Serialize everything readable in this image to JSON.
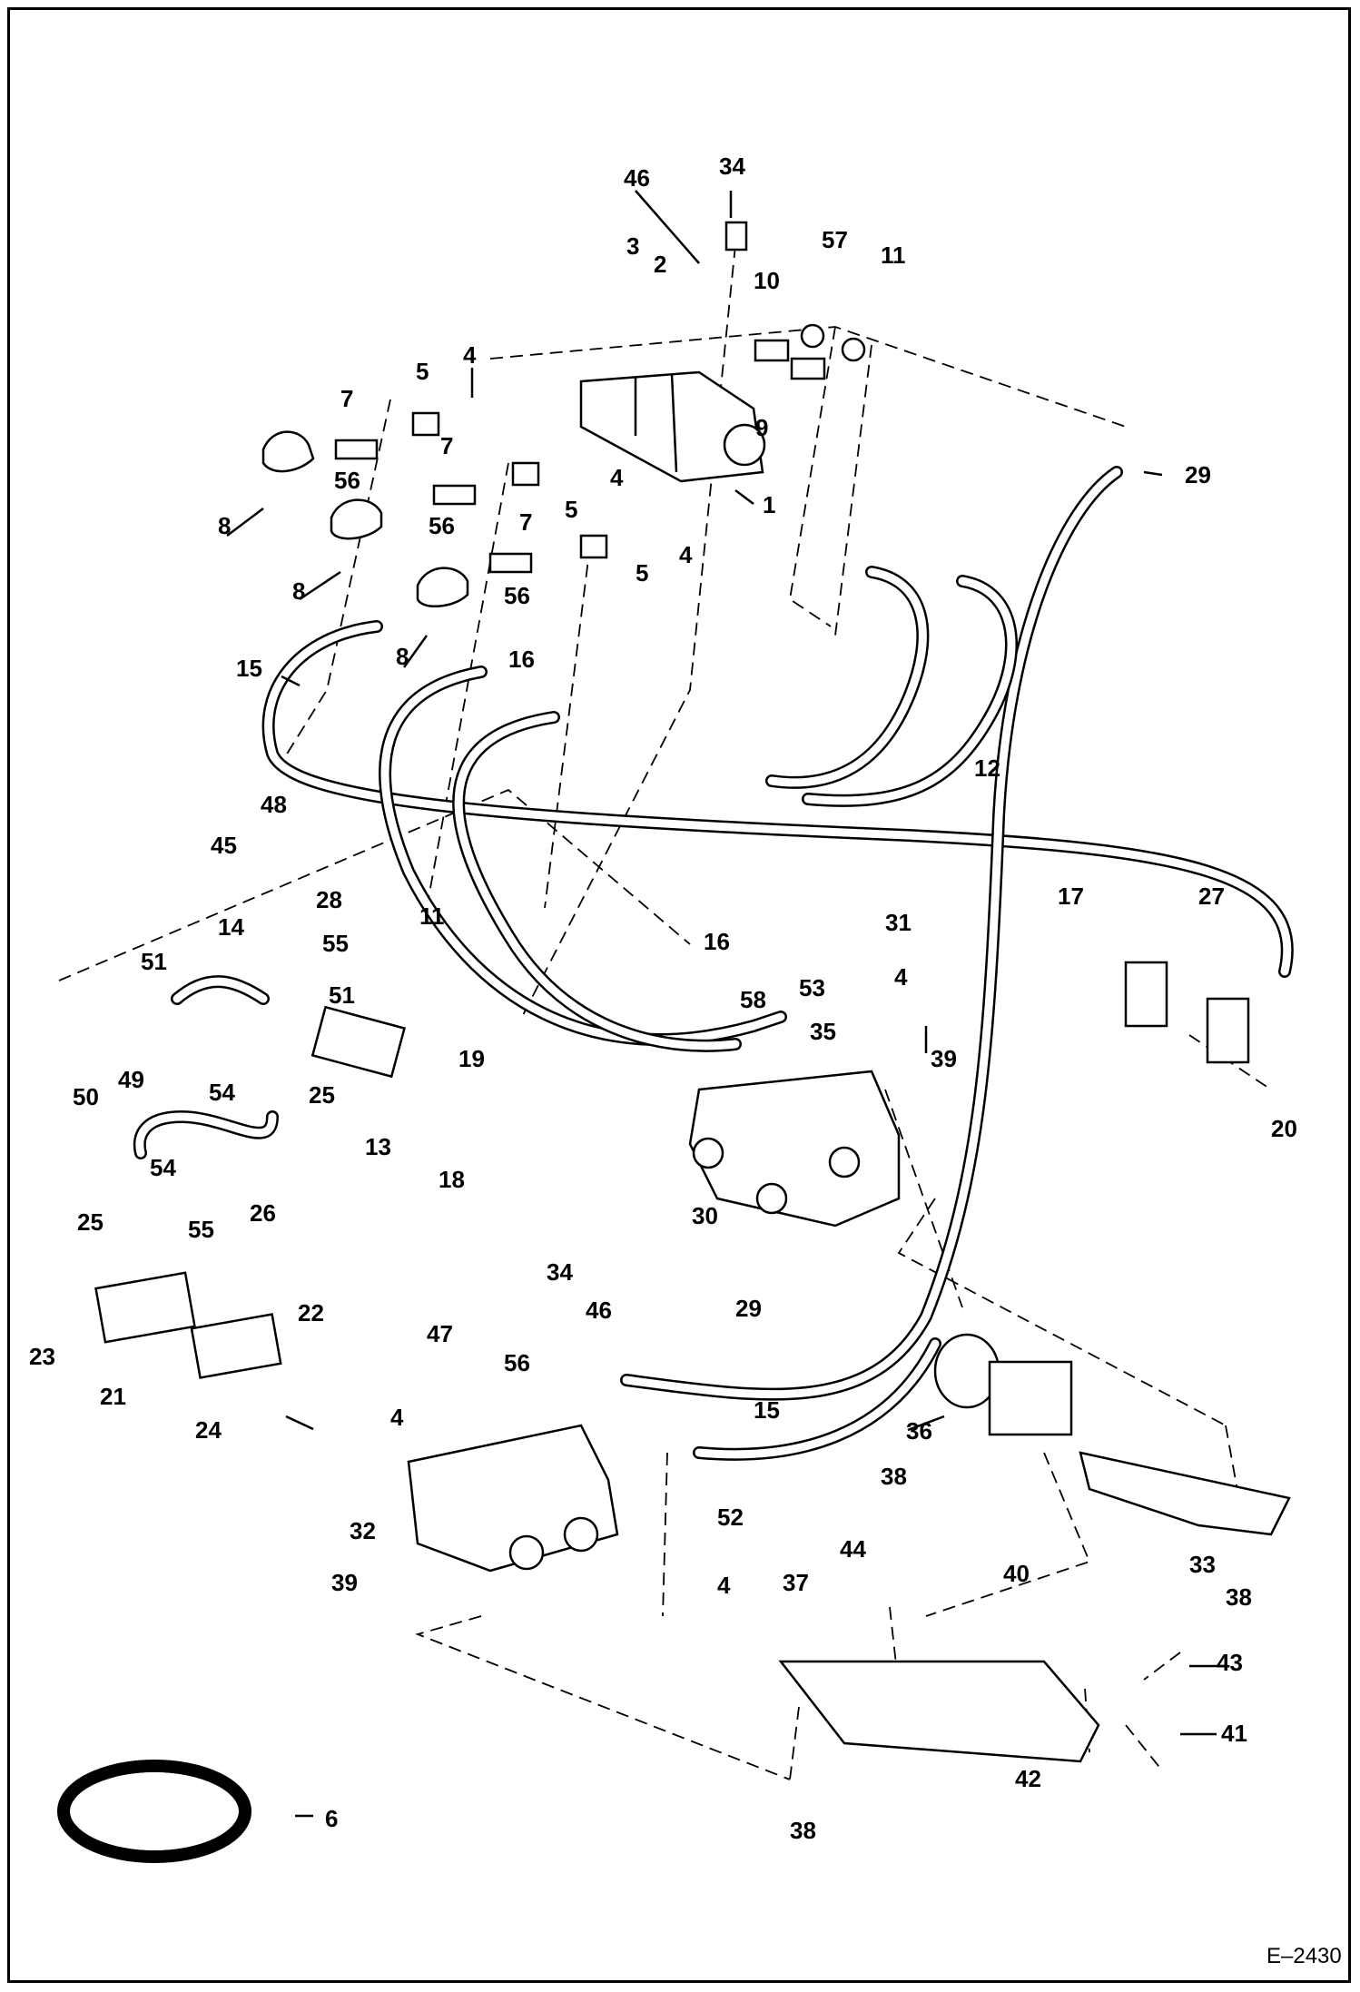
{
  "drawing_ref": "E–2430",
  "callouts": [
    "1",
    "2",
    "3",
    "4",
    "5",
    "6",
    "7",
    "8",
    "9",
    "10",
    "11",
    "12",
    "13",
    "14",
    "15",
    "16",
    "17",
    "18",
    "19",
    "20",
    "21",
    "22",
    "23",
    "24",
    "25",
    "26",
    "27",
    "28",
    "29",
    "30",
    "31",
    "32",
    "33",
    "34",
    "35",
    "36",
    "37",
    "38",
    "39",
    "40",
    "41",
    "42",
    "43",
    "44",
    "45",
    "46",
    "47",
    "48",
    "49",
    "50",
    "51",
    "52",
    "53",
    "54",
    "55",
    "56",
    "57",
    "58"
  ]
}
